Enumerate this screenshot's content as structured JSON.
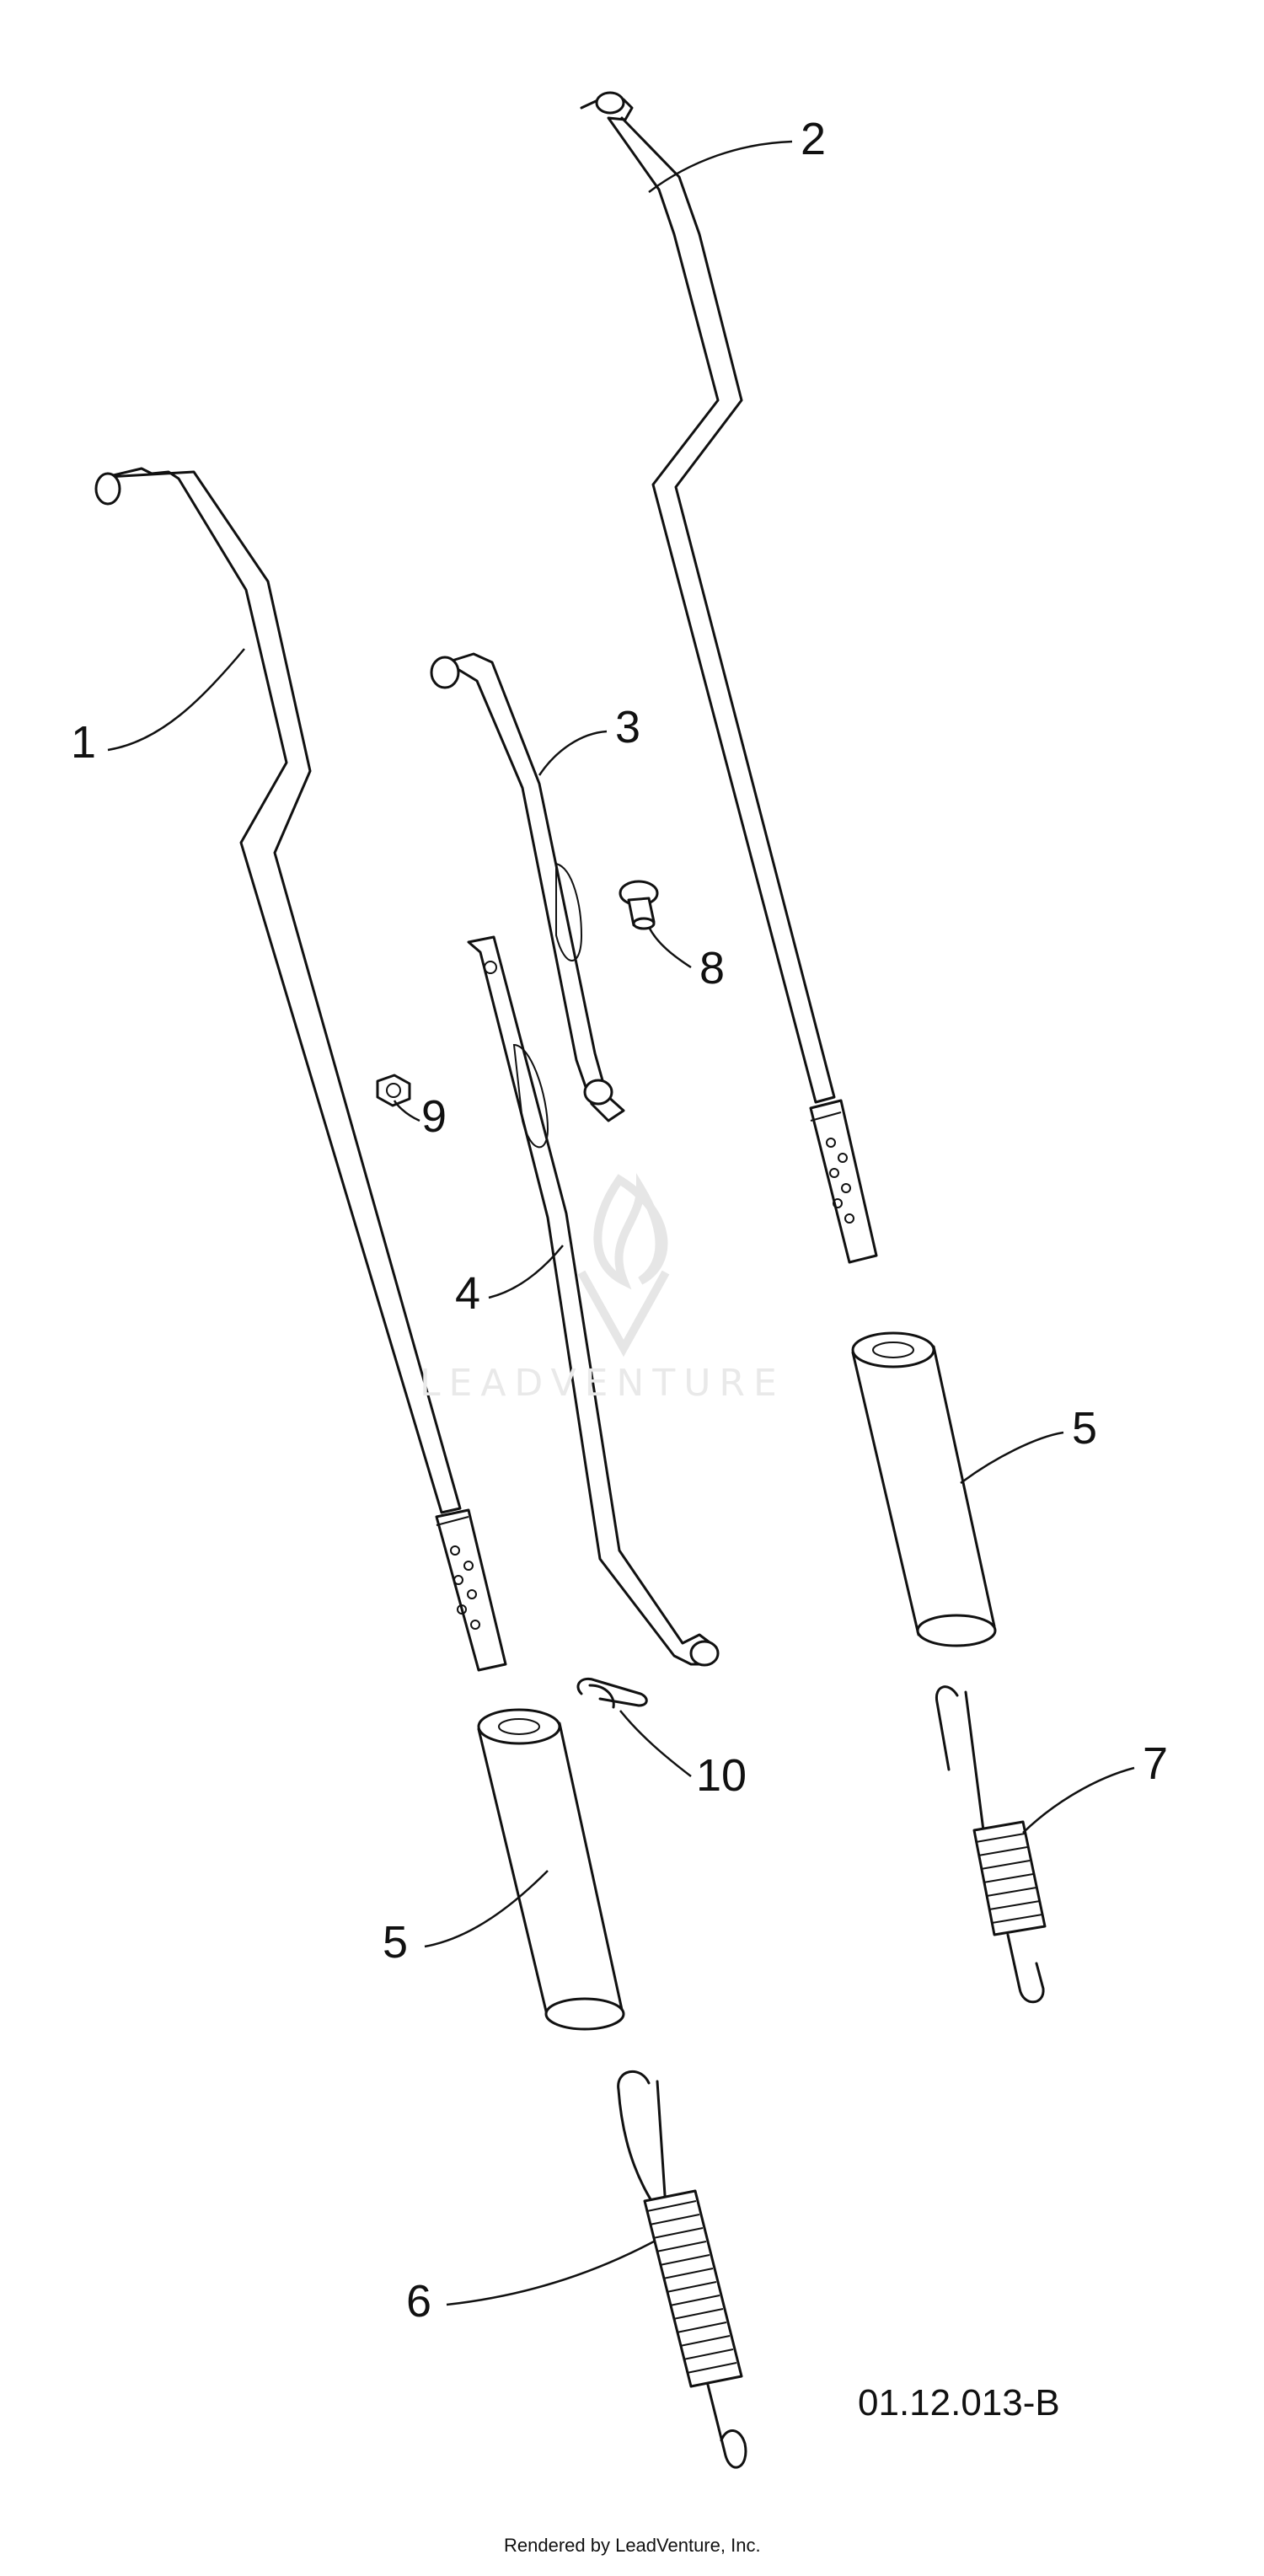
{
  "diagram": {
    "labels": [
      "1",
      "2",
      "3",
      "4",
      "5",
      "5",
      "6",
      "7",
      "8",
      "9",
      "10"
    ],
    "drawing_code": "01.12.013-B",
    "watermark": "LEADVENTURE",
    "credit": "Rendered by LeadVenture, Inc."
  }
}
